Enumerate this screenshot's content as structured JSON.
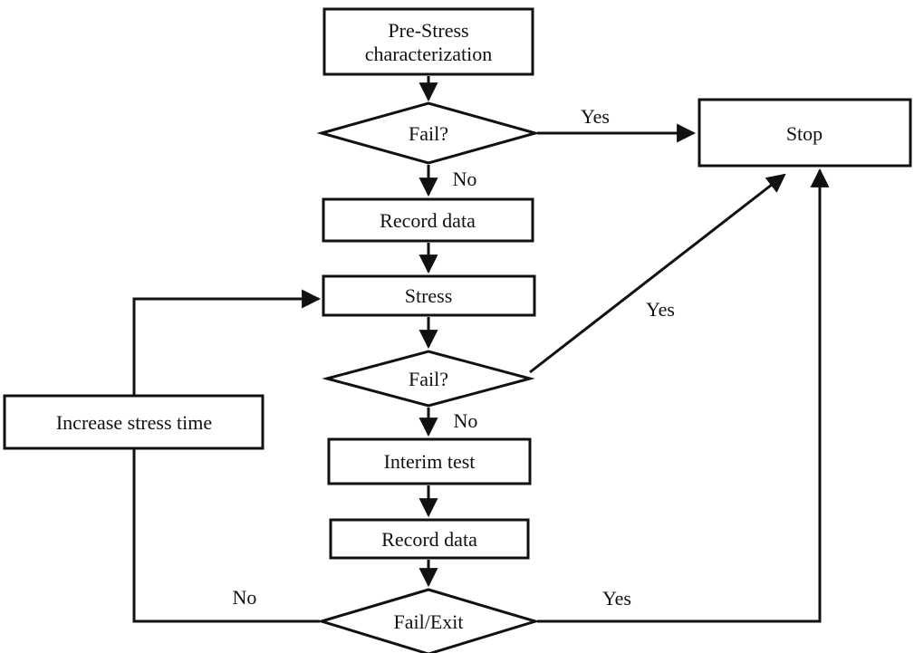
{
  "diagram": {
    "type": "flowchart",
    "description": "Stress test procedure flowchart",
    "colors": {
      "stroke": "#111111",
      "fill": "#ffffff",
      "text": "#111111"
    },
    "nodes": {
      "pre_stress": {
        "line1": "Pre-Stress",
        "line2": "characterization",
        "shape": "rectangle"
      },
      "fail1": {
        "label": "Fail?",
        "shape": "diamond"
      },
      "stop": {
        "label": "Stop",
        "shape": "rectangle"
      },
      "record1": {
        "label": "Record data",
        "shape": "rectangle"
      },
      "stress": {
        "label": "Stress",
        "shape": "rectangle"
      },
      "fail2": {
        "label": "Fail?",
        "shape": "diamond"
      },
      "interim": {
        "label": "Interim test",
        "shape": "rectangle"
      },
      "record2": {
        "label": "Record data",
        "shape": "rectangle"
      },
      "fail_exit": {
        "label": "Fail/Exit",
        "shape": "diamond"
      },
      "increase": {
        "label": "Increase stress time",
        "shape": "rectangle"
      }
    },
    "edge_labels": {
      "fail1_yes": "Yes",
      "fail1_no": "No",
      "fail2_yes": "Yes",
      "fail2_no": "No",
      "fail_exit_yes": "Yes",
      "fail_exit_no": "No"
    }
  }
}
